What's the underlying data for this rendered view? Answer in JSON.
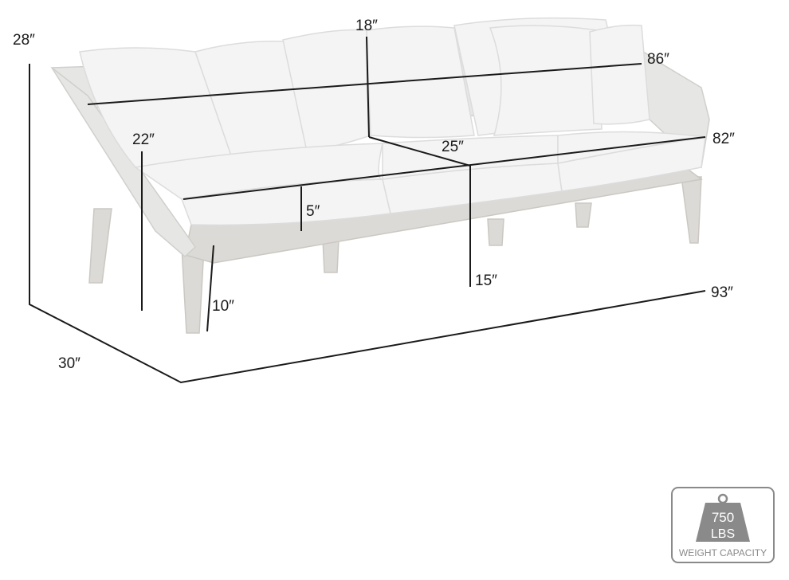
{
  "dimensions": {
    "overall_height": "28″",
    "seat_back_depth": "18″",
    "back_width": "86″",
    "arm_height": "22″",
    "seat_width": "82″",
    "seat_depth": "25″",
    "cushion_thickness": "5″",
    "seat_height": "15″",
    "leg_height": "10″",
    "overall_width": "93″",
    "overall_depth": "30″"
  },
  "weight_badge": {
    "value": "750",
    "unit": "LBS",
    "label": "WEIGHT CAPACITY"
  },
  "colors": {
    "line": "#1a1a1a",
    "badge_gray": "#8a8a8a"
  }
}
